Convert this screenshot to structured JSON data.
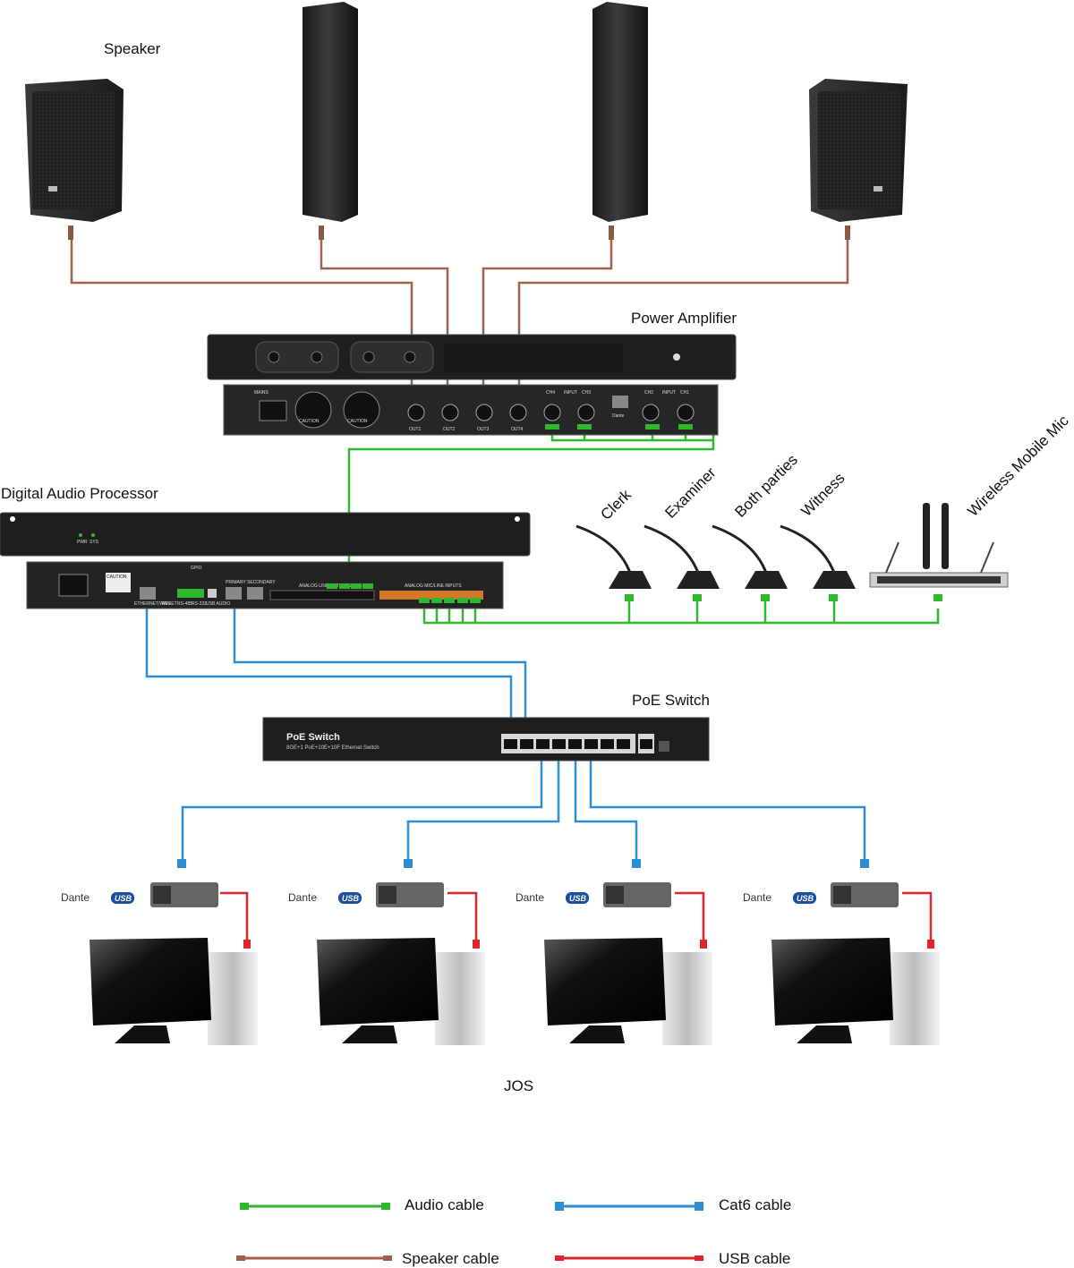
{
  "labels": {
    "speaker": "Speaker",
    "power_amplifier": "Power Amplifier",
    "digital_audio_processor": "Digital Audio Processor",
    "poe_switch": "PoE Switch",
    "jos": "JOS"
  },
  "microphones": [
    {
      "label": "Clerk"
    },
    {
      "label": "Examiner"
    },
    {
      "label": "Both parties"
    },
    {
      "label": "Witness"
    },
    {
      "label": "Wireless Mobile Mic"
    }
  ],
  "switch_panel": {
    "title": "PoE Switch",
    "subtitle": "8GE+1 PoE+10E+10F Ethernet Switch"
  },
  "amp_panel": {
    "mains": "MAINS",
    "out_labels": [
      "OUT1",
      "OUT2",
      "OUT3",
      "OUT4"
    ],
    "input_labels": [
      "CH4",
      "CH3",
      "CH2",
      "CH1"
    ],
    "input_caption": "INPUT",
    "dante": "Dante",
    "caution": "CAUTION"
  },
  "processor_panel": {
    "led_labels": [
      "PWR",
      "SYS"
    ],
    "gpio": "GPIO",
    "analog_out": "ANALOG LINE OUTPUTS",
    "analog_in": "ANALOG MIC/LINE INPUTS",
    "caution": "CAUTION",
    "ports": [
      "ETHERNET/WAN",
      "RESET",
      "RS-485",
      "RS-232",
      "USB AUDIO",
      "PRIMARY",
      "SECONDARY"
    ]
  },
  "workstations": [
    {
      "dante": "Dante",
      "usb": "USB"
    },
    {
      "dante": "Dante",
      "usb": "USB"
    },
    {
      "dante": "Dante",
      "usb": "USB"
    },
    {
      "dante": "Dante",
      "usb": "USB"
    }
  ],
  "legend": [
    {
      "label": "Audio cable",
      "color": "#2db82d"
    },
    {
      "label": "Speaker cable",
      "color": "#a0604a"
    },
    {
      "label": "Cat6 cable",
      "color": "#2c8fd6"
    },
    {
      "label": "USB cable",
      "color": "#e0262b"
    }
  ],
  "colors": {
    "audio": "#2db82d",
    "speaker": "#a0604a",
    "cat6": "#2c8fd6",
    "usb": "#e0262b"
  }
}
